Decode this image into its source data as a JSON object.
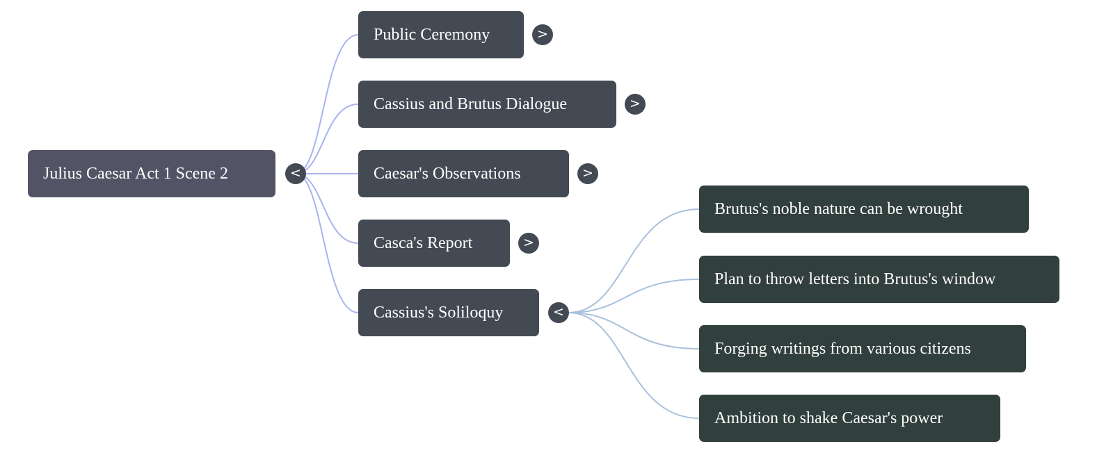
{
  "colors": {
    "root_bg": "#525466",
    "branch_bg": "#434a54",
    "leaf_bg": "#313f3d",
    "toggle_bg": "#434a54",
    "root_link": "#a9b3ee",
    "leaf_link": "#a9c1dc",
    "text": "#ffffff"
  },
  "root": {
    "label": "Julius Caesar Act 1 Scene 2",
    "toggle": {
      "glyph": "<",
      "icon": "collapse-icon",
      "expanded": true
    }
  },
  "branches": [
    {
      "label": "Public Ceremony",
      "toggle": {
        "glyph": ">",
        "icon": "expand-icon",
        "expanded": false
      }
    },
    {
      "label": "Cassius and Brutus Dialogue",
      "toggle": {
        "glyph": ">",
        "icon": "expand-icon",
        "expanded": false
      }
    },
    {
      "label": "Caesar's Observations",
      "toggle": {
        "glyph": ">",
        "icon": "expand-icon",
        "expanded": false
      }
    },
    {
      "label": "Casca's Report",
      "toggle": {
        "glyph": ">",
        "icon": "expand-icon",
        "expanded": false
      }
    },
    {
      "label": "Cassius's Soliloquy",
      "toggle": {
        "glyph": "<",
        "icon": "collapse-icon",
        "expanded": true
      }
    }
  ],
  "soliloquy_children": [
    {
      "label": "Brutus's noble nature can be wrought"
    },
    {
      "label": "Plan to throw letters into Brutus's window"
    },
    {
      "label": "Forging writings from various citizens"
    },
    {
      "label": "Ambition to shake Caesar's power"
    }
  ]
}
